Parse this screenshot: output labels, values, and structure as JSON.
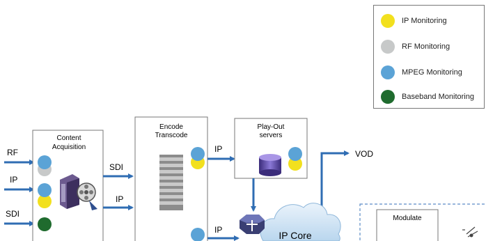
{
  "legend": {
    "items": [
      {
        "label": "IP Monitoring",
        "color": "#f2e01e"
      },
      {
        "label": "RF Monitoring",
        "color": "#c7c9c9"
      },
      {
        "label": "MPEG Monitoring",
        "color": "#5ba3d6"
      },
      {
        "label": "Baseband Monitoring",
        "color": "#1f6b2e"
      }
    ]
  },
  "diagram": {
    "inputs": [
      "RF",
      "IP",
      "SDI"
    ],
    "content_acquisition": {
      "title_line1": "Content",
      "title_line2": "Acquisition"
    },
    "encode_transcode": {
      "title_line1": "Encode",
      "title_line2": "Transcode"
    },
    "playout": {
      "title_line1": "Play-Out",
      "title_line2": "servers"
    },
    "modulate": {
      "title": "Modulate"
    },
    "ip_core": {
      "label": "IP Core"
    },
    "link_labels": {
      "sdi": "SDI",
      "ip_upper": "IP",
      "ip_to_playout": "IP",
      "ip_lower": "IP"
    },
    "vod": "VOD"
  }
}
